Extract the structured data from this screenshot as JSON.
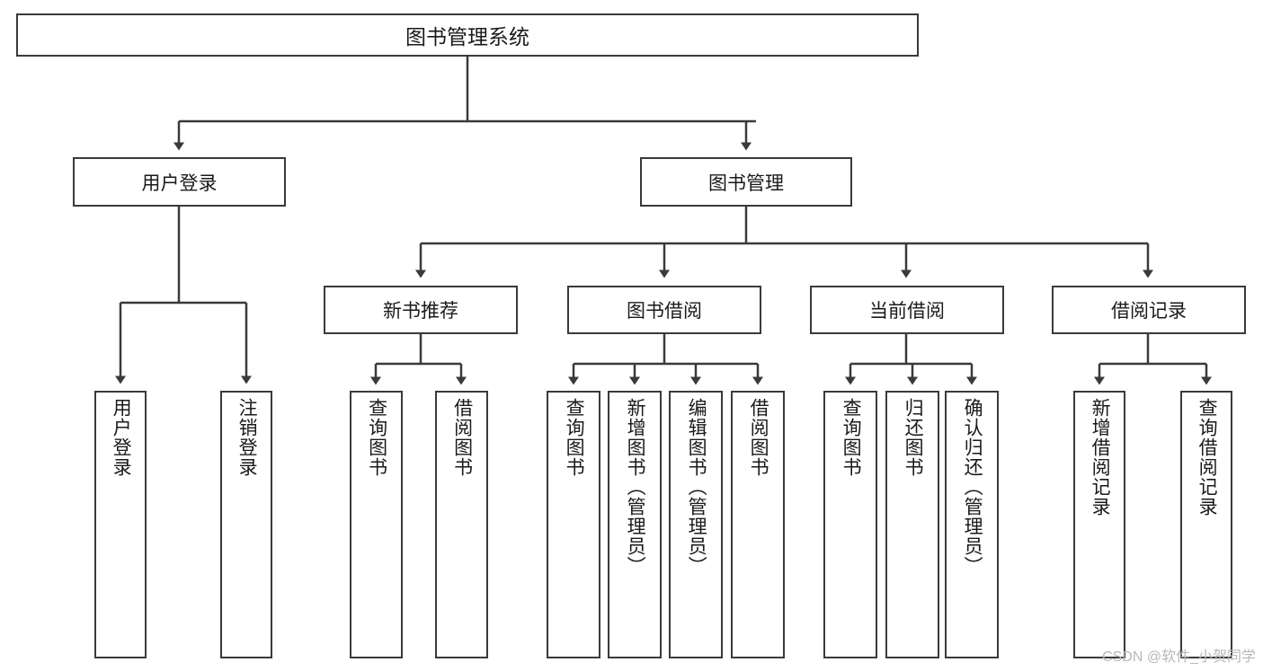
{
  "diagram": {
    "title": "图书管理系统",
    "root": {
      "label": "图书管理系统"
    },
    "level2": [
      {
        "label": "用户登录"
      },
      {
        "label": "图书管理"
      }
    ],
    "level3": [
      {
        "label": "新书推荐"
      },
      {
        "label": "图书借阅"
      },
      {
        "label": "当前借阅"
      },
      {
        "label": "借阅记录"
      }
    ],
    "leaves": {
      "user_login": [
        {
          "label": "用户登录"
        },
        {
          "label": "注销登录"
        }
      ],
      "new_book": [
        {
          "label": "查询图书"
        },
        {
          "label": "借阅图书"
        }
      ],
      "book_borrow": [
        {
          "label": "查询图书"
        },
        {
          "label": "新增图书（管理员）"
        },
        {
          "label": "编辑图书（管理员）"
        },
        {
          "label": "借阅图书"
        }
      ],
      "current_borrow": [
        {
          "label": "查询图书"
        },
        {
          "label": "归还图书"
        },
        {
          "label": "确认归还（管理员）"
        }
      ],
      "borrow_record": [
        {
          "label": "新增借阅记录"
        },
        {
          "label": "查询借阅记录"
        }
      ]
    }
  },
  "watermark": {
    "text": "CSDN @软件_小贺同学"
  },
  "colors": {
    "box_border": "#3a3a3a",
    "box_fill": "#ffffff",
    "connector": "#3a3a3a",
    "text": "#1a1a1a",
    "watermark": "#b8b8b8"
  }
}
